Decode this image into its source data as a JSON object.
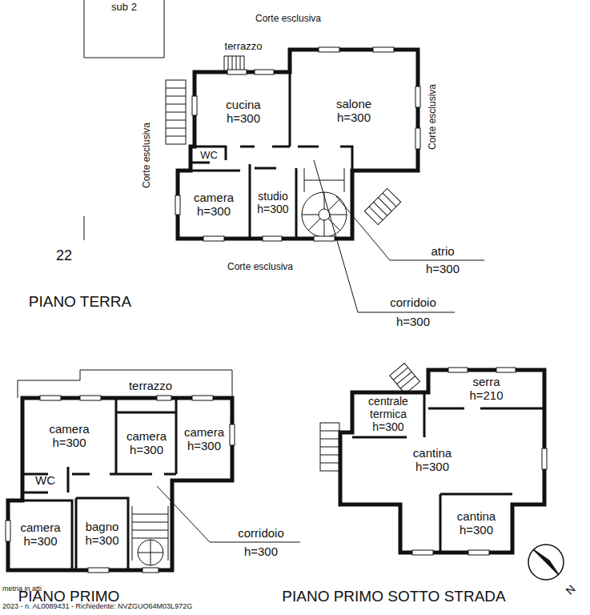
{
  "diagram": {
    "nodes": [
      {
        "text": [
          "cucina",
          "h=300"
        ]
      },
      {
        "text": [
          "salone",
          "h=300"
        ]
      },
      {
        "text": [
          "WC"
        ]
      },
      {
        "text": [
          "camera",
          "h=300"
        ]
      },
      {
        "text": [
          "studio",
          "h=300"
        ]
      },
      {
        "text": [
          "camera",
          "h=300"
        ]
      },
      {
        "text": [
          "camera",
          "h=300"
        ]
      },
      {
        "text": [
          "camera",
          "h=300"
        ]
      },
      {
        "text": [
          "WC"
        ]
      },
      {
        "text": [
          "camera",
          "h=300"
        ]
      },
      {
        "text": [
          "bagno",
          "h=300"
        ]
      },
      {
        "text": [
          "centrale termica",
          "h=300"
        ]
      },
      {
        "text": [
          "serra",
          "h=210"
        ]
      },
      {
        "text": [
          "cantina",
          "h=300"
        ]
      },
      {
        "text": [
          "cantina",
          "h=300"
        ]
      }
    ],
    "labels": [
      "sub 2",
      "Corte esclusiva",
      "terrazzo",
      "Corte esclusiva",
      "Corte esclusiva",
      "22",
      "atrio",
      "h=300",
      "Corte esclusiva",
      "PIANO TERRA",
      "corridoio",
      "h=300",
      "terrazzo",
      "corridoio",
      "h=300",
      "PIANO PRIMO",
      "PIANO PRIMO SOTTO STRADA",
      "N",
      "metria in atti",
      "2023 - n. AL0089431 - Richiedente: NVZGUO64M03L972G"
    ]
  }
}
